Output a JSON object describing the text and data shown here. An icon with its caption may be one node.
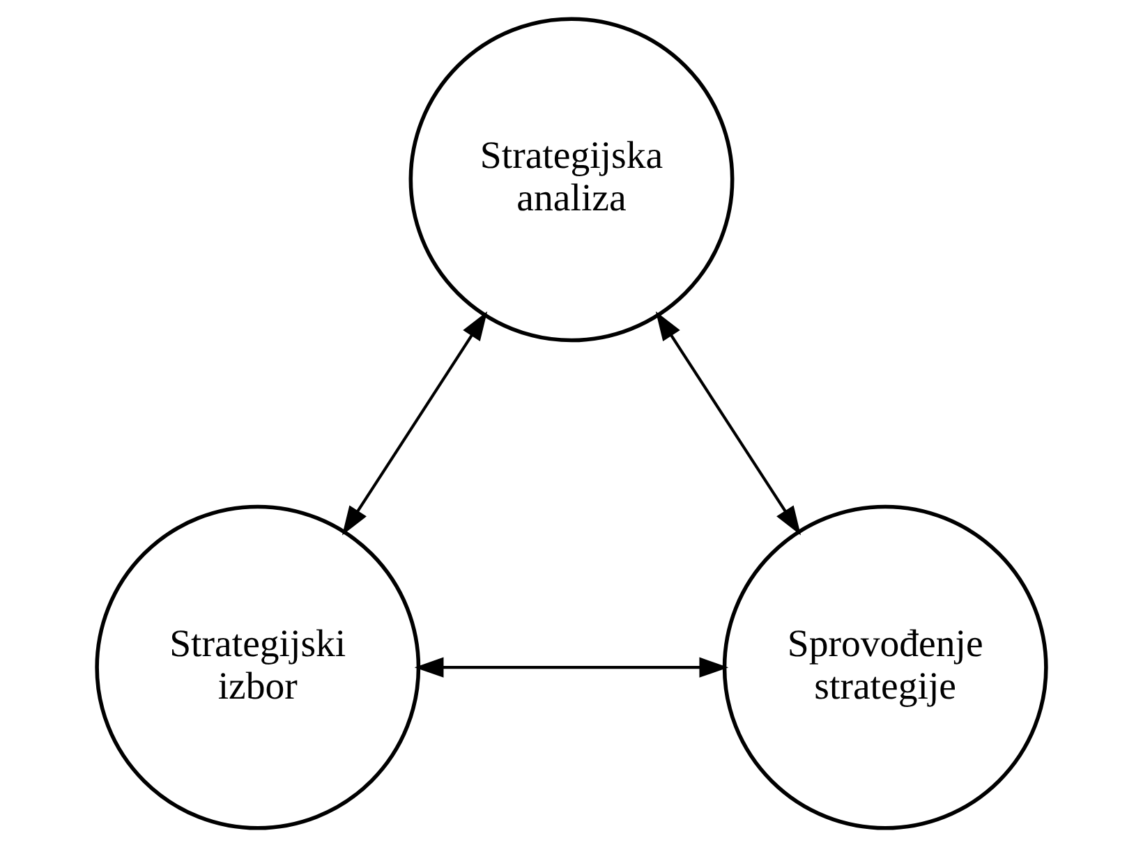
{
  "diagram": {
    "nodes": [
      {
        "text": [
          "Strategijska analiza"
        ]
      },
      {
        "text": [
          "Strategijski izbor"
        ]
      },
      {
        "text": [
          "Sprovođenje strategije"
        ]
      }
    ],
    "edges": [
      {
        "from": 0,
        "to": 1,
        "arrow": "both"
      },
      {
        "from": 0,
        "to": 2,
        "arrow": "both"
      },
      {
        "from": 1,
        "to": 2,
        "arrow": "both"
      }
    ]
  }
}
